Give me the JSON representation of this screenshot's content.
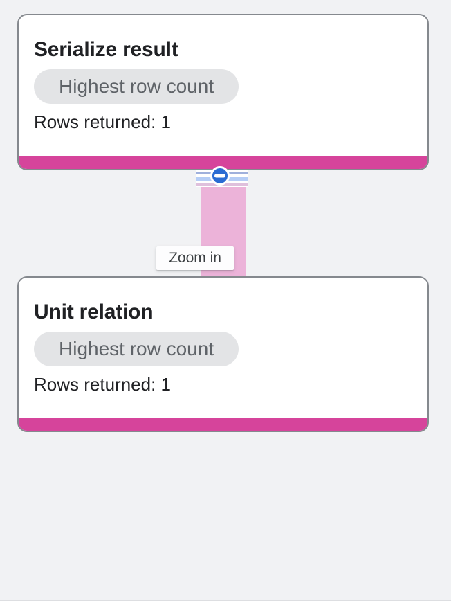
{
  "colors": {
    "page-bg": "#f1f2f4",
    "card-bg": "#ffffff",
    "card-border": "#85898e",
    "accent-pink": "#d6449b",
    "edge-pink": "#ecb3d9",
    "badge-bg": "#e3e4e6",
    "badge-text": "#5f6368",
    "title-text": "#202124",
    "icon-blue": "#2b6cd3",
    "stripe-blue-1": "#9fb0dc",
    "stripe-blue-2": "#b5cdf6",
    "stripe-pink": "#dfc0dc",
    "tooltip-bg": "#fdfdfe",
    "tooltip-text": "#3c4043"
  },
  "graph": {
    "nodes": [
      {
        "title": "Serialize result",
        "badge": "Highest row count",
        "rows": "Rows returned: 1"
      },
      {
        "title": "Unit relation",
        "badge": "Highest row count",
        "rows": "Rows returned: 1"
      }
    ],
    "edge": {
      "icon": "minus-circle-icon"
    },
    "tooltip": {
      "text": "Zoom in"
    }
  }
}
